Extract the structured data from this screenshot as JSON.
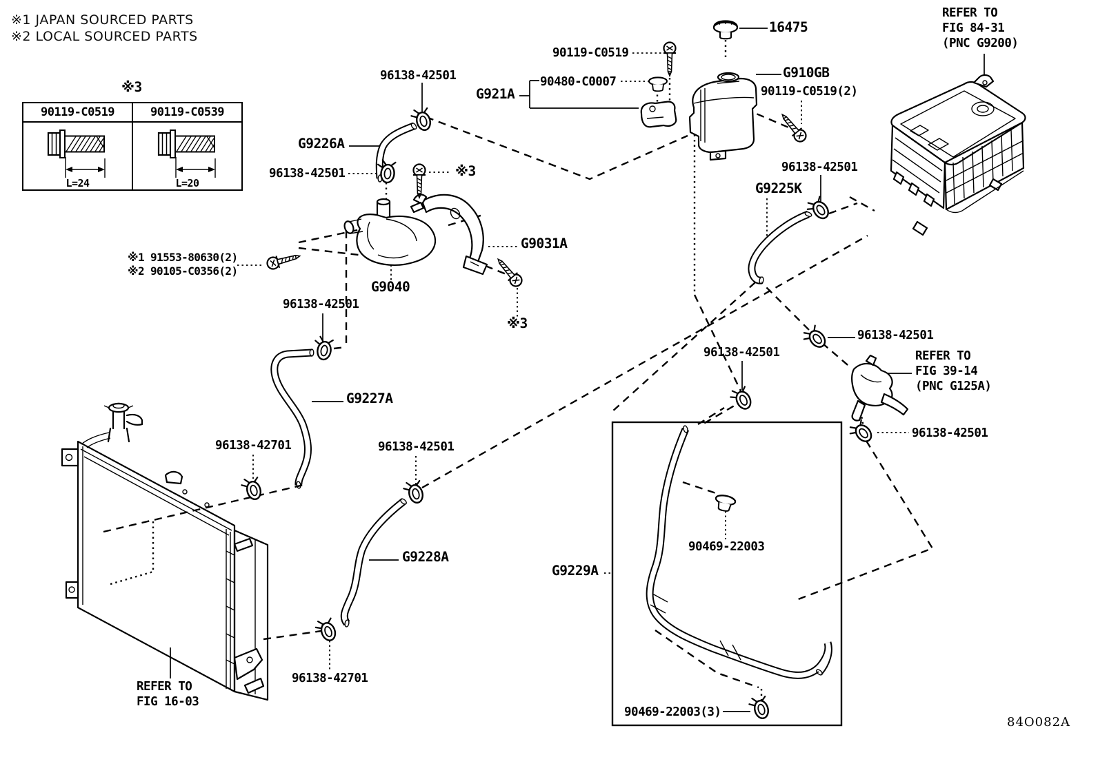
{
  "notes": {
    "sourced1": "※1 JAPAN SOURCED PARTS",
    "sourced2": "※2 LOCAL SOURCED PARTS",
    "substitution_mark": "※3",
    "dual_source_note": "※1 91553-80630(2)\n※2 90105-C0356(2)"
  },
  "table": {
    "caption": "※3",
    "columns": [
      {
        "part_number": "90119-C0519",
        "length": "L=24"
      },
      {
        "part_number": "90119-C0539",
        "length": "L=20"
      }
    ]
  },
  "parts": {
    "clamp_42501": "96138-42501",
    "clamp_42701": "96138-42701",
    "hose_g9226a": "G9226A",
    "bracket_g921a": "G921A",
    "grommet_90480": "90480-C0007",
    "bolt_90119_c0519": "90119-C0519",
    "cap_16475": "16475",
    "tank_g910gb": "G910GB",
    "bolt_90119_c0519_2": "90119-C0519(2)",
    "hose_g9225k": "G9225K",
    "bracket_g9031a": "G9031A",
    "pump_g9040": "G9040",
    "hose_g9227a": "G9227A",
    "hose_g9228a": "G9228A",
    "hose_g9229a": "G9229A",
    "clip_90469": "90469-22003",
    "clip_90469_3": "90469-22003(3)"
  },
  "references": {
    "fig_84_31": "REFER TO\nFIG 84-31\n(PNC G9200)",
    "fig_39_14": "REFER TO\nFIG 39-14\n(PNC G125A)",
    "fig_16_03": "REFER TO\nFIG 16-03"
  },
  "footer": {
    "drawing_code": "84O082A"
  }
}
